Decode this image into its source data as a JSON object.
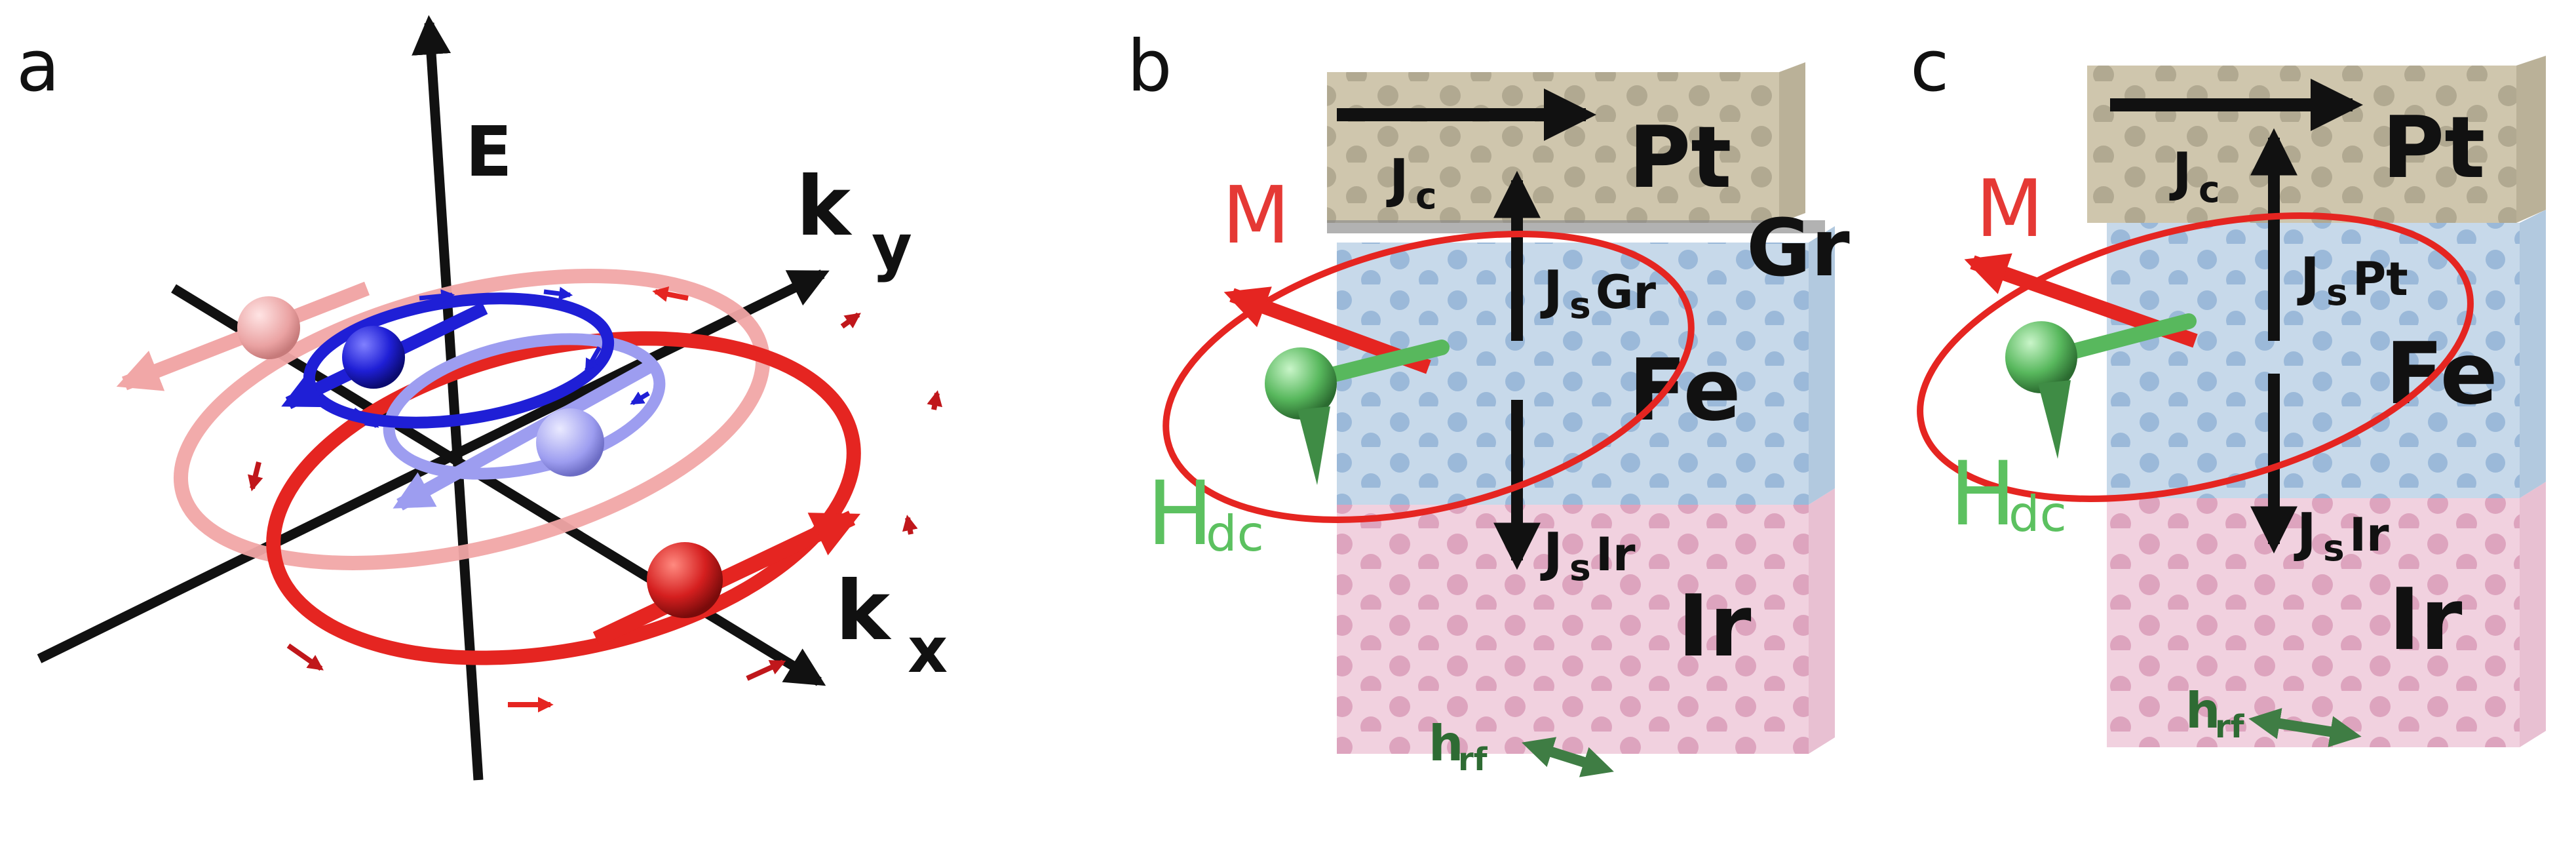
{
  "colors": {
    "pt": "#cfc6ad",
    "fe": "#c7d9ea",
    "ir": "#f1d1df",
    "spin_red": "#e52521",
    "spin_pink": "#f1a7a7",
    "spin_blue": "#1f1fd6",
    "spin_lightblue": "#9d9df0",
    "magnet_green": "#58b85d",
    "arrow_black": "#111111"
  },
  "panel_a": {
    "letter": "a",
    "axis_e": "E",
    "axis_ky": "k",
    "axis_ky_sub": "y",
    "axis_kx": "k",
    "axis_kx_sub": "x"
  },
  "panel_b": {
    "letter": "b",
    "layer_pt": "Pt",
    "layer_fe": "Fe",
    "layer_ir": "Ir",
    "layer_gr": "Gr",
    "label_m": "M",
    "label_h": "H",
    "label_h_sub": "dc",
    "label_jc": "J",
    "label_jc_sub": "c",
    "label_js_top": "J",
    "label_js_top_sub": "s",
    "label_js_top_suffix": "Gr",
    "label_js_bottom": "J",
    "label_js_bottom_sub": "s",
    "label_js_bottom_suffix": "Ir",
    "label_hrf": "h",
    "label_hrf_sub": "rf"
  },
  "panel_c": {
    "letter": "c",
    "layer_pt": "Pt",
    "layer_fe": "Fe",
    "layer_ir": "Ir",
    "label_m": "M",
    "label_h": "H",
    "label_h_sub": "dc",
    "label_jc": "J",
    "label_jc_sub": "c",
    "label_js_top": "J",
    "label_js_top_sub": "s",
    "label_js_top_suffix": "Pt",
    "label_js_bottom": "J",
    "label_js_bottom_sub": "s",
    "label_js_bottom_suffix": "Ir",
    "label_hrf": "h",
    "label_hrf_sub": "rf"
  }
}
